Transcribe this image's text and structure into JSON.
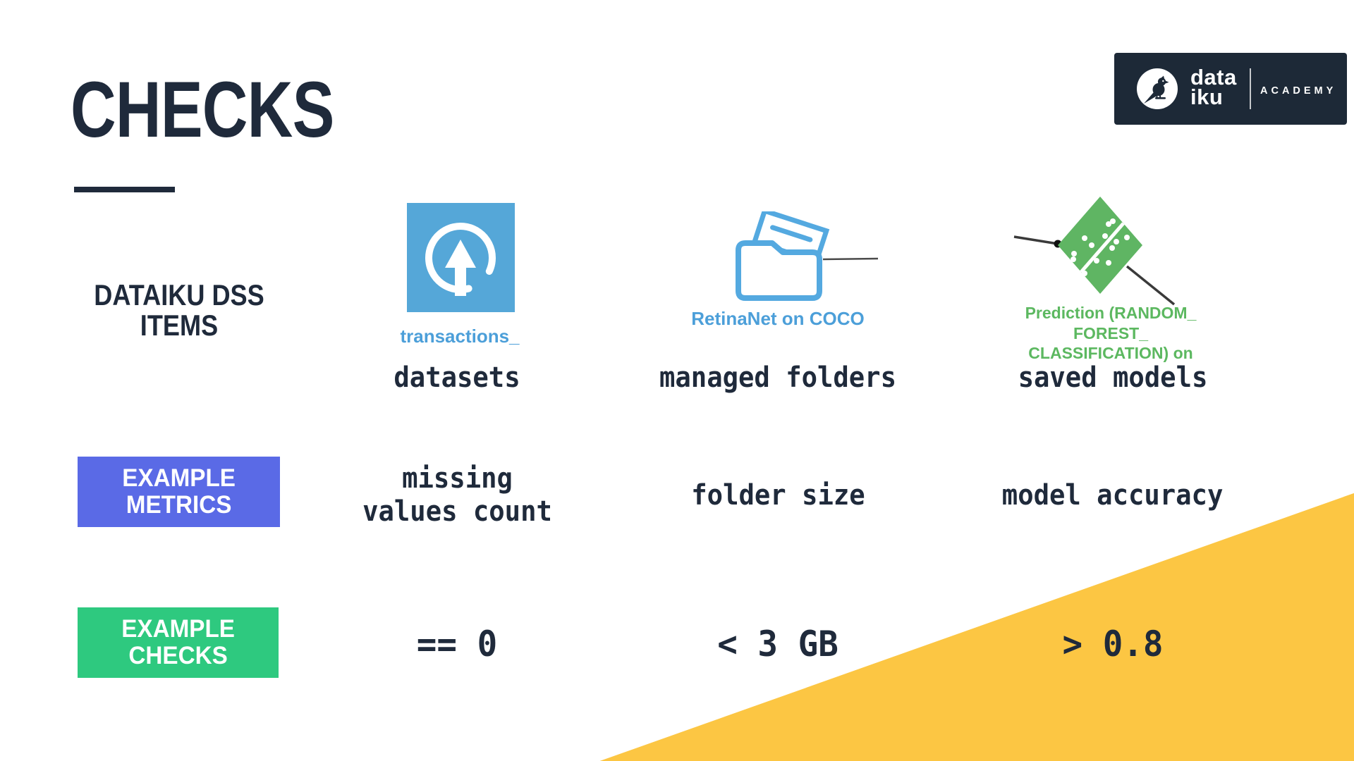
{
  "title": "CHECKS",
  "logo": {
    "brand": "data\niku",
    "suffix": "ACADEMY"
  },
  "row_labels": {
    "items": "DATAIKU DSS\nITEMS",
    "metrics": "EXAMPLE\nMETRICS",
    "checks": "EXAMPLE\nCHECKS"
  },
  "columns": [
    {
      "icon": "dataset-upload-icon",
      "icon_label": "transactions_",
      "item": "datasets",
      "metric": "missing\nvalues count",
      "check": "== 0"
    },
    {
      "icon": "managed-folder-icon",
      "icon_label": "RetinaNet on COCO",
      "item": "managed folders",
      "metric": "folder size",
      "check": "< 3 GB"
    },
    {
      "icon": "saved-model-icon",
      "icon_label": "Prediction (RANDOM_\nFOREST_\nCLASSIFICATION) on",
      "item": "saved models",
      "metric": "model accuracy",
      "check": "> 0.8"
    }
  ],
  "colors": {
    "text_dark": "#1f2a3b",
    "metrics_badge_blue": "#5a6ae6",
    "checks_badge_green": "#2ec97f",
    "corner_triangle_yellow": "#fcc643",
    "dataset_icon_blue": "#55a7d8",
    "dataset_label_blue": "#4c9fd9",
    "folder_icon_blue": "#54a9e0",
    "model_icon_green": "#5fb563",
    "model_label_green": "#5cb860",
    "logo_navy": "#1d2937"
  }
}
